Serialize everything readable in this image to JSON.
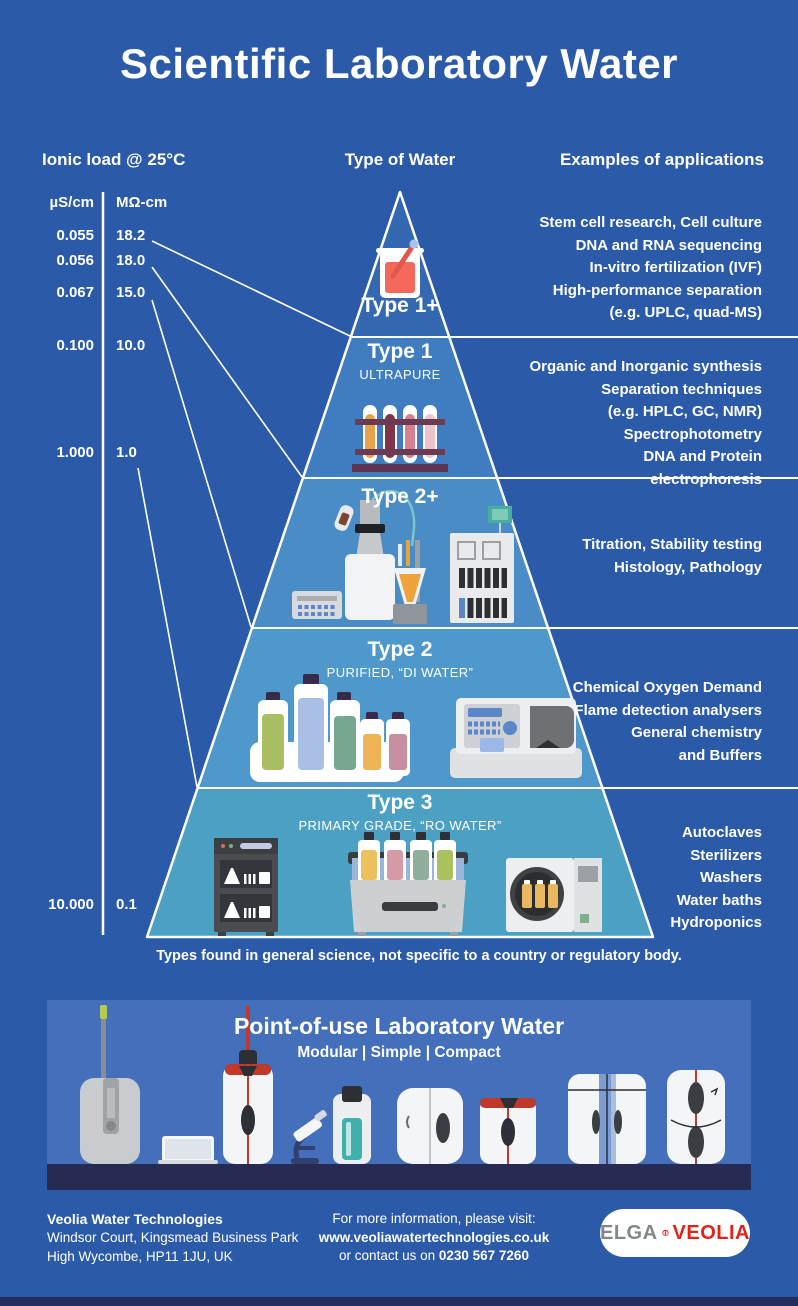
{
  "title": "Scientific Laboratory Water",
  "columns": {
    "ionic": "Ionic load @ 25°C",
    "type": "Type of Water",
    "examples": "Examples of applications"
  },
  "scale": {
    "unit_left": "µS/cm",
    "unit_right": "MΩ-cm",
    "rows": [
      {
        "us": "0.055",
        "mohm": "18.2"
      },
      {
        "us": "0.056",
        "mohm": "18.0"
      },
      {
        "us": "0.067",
        "mohm": "15.0"
      },
      {
        "us": "0.100",
        "mohm": "10.0"
      },
      {
        "us": "1.000",
        "mohm": "1.0"
      },
      {
        "us": "10.000",
        "mohm": "0.1"
      }
    ]
  },
  "pyramid": {
    "levels": [
      {
        "name": "Type 1+",
        "subtitle": "",
        "apps": "Stem cell research, Cell culture\nDNA and RNA sequencing\nIn-vitro fertilization (IVF)\nHigh-performance separation\n(e.g. UPLC, quad-MS)"
      },
      {
        "name": "Type 1",
        "subtitle": "ULTRAPURE",
        "apps": "Organic and Inorganic synthesis\nSeparation techniques\n(e.g. HPLC, GC, NMR)\nSpectrophotometry\nDNA and Protein\nelectrophoresis"
      },
      {
        "name": "Type 2+",
        "subtitle": "",
        "apps": "Titration, Stability testing\nHistology, Pathology"
      },
      {
        "name": "Type 2",
        "subtitle": "PURIFIED, “DI WATER”",
        "apps": "Chemical Oxygen Demand\nFlame detection analysers\nGeneral chemistry\nand Buffers"
      },
      {
        "name": "Type 3",
        "subtitle": "PRIMARY GRADE, “RO WATER”",
        "apps": "Autoclaves\nSterilizers\nWashers\nWater baths\nHydroponics"
      }
    ],
    "footnote": "Types found in general science, not specific to a country or regulatory body."
  },
  "pou": {
    "title": "Point-of-use Laboratory Water",
    "subtitle": "Modular | Simple | Compact"
  },
  "footer": {
    "company": "Veolia Water Technologies",
    "address1": "Windsor Court, Kingsmead Business Park",
    "address2": "High Wycombe, HP11 1JU, UK",
    "info": "For more information, please visit:",
    "url": "www.veoliawatertechnologies.co.uk",
    "contact_prefix": "or contact us on ",
    "phone": "0230 567 7260",
    "logo_elga": "ELGA",
    "logo_veolia": "VEOLIA"
  },
  "icons": {
    "type1plus": "beaker-icon",
    "type1": "test-tube-rack-icon",
    "type2plus": "titration-equipment-icon",
    "type2": "reagent-bottles-icon, spectrophotometer-icon",
    "type3": "lab-washer-icon, water-bath-icon, autoclave-icon",
    "footer": "elga-veolia-logo"
  },
  "colors": {
    "background": "#2b5aa8",
    "bands": [
      "#3468b0",
      "#3f7cc0",
      "#4a8cc6",
      "#4f98cb",
      "#4ba0c4"
    ],
    "panel": "#4470bb",
    "bench": "#272b54",
    "bottom_bar": "#232d5f",
    "veolia_red": "#e2231a",
    "elga_grey": "#83878a",
    "white": "#ffffff"
  }
}
